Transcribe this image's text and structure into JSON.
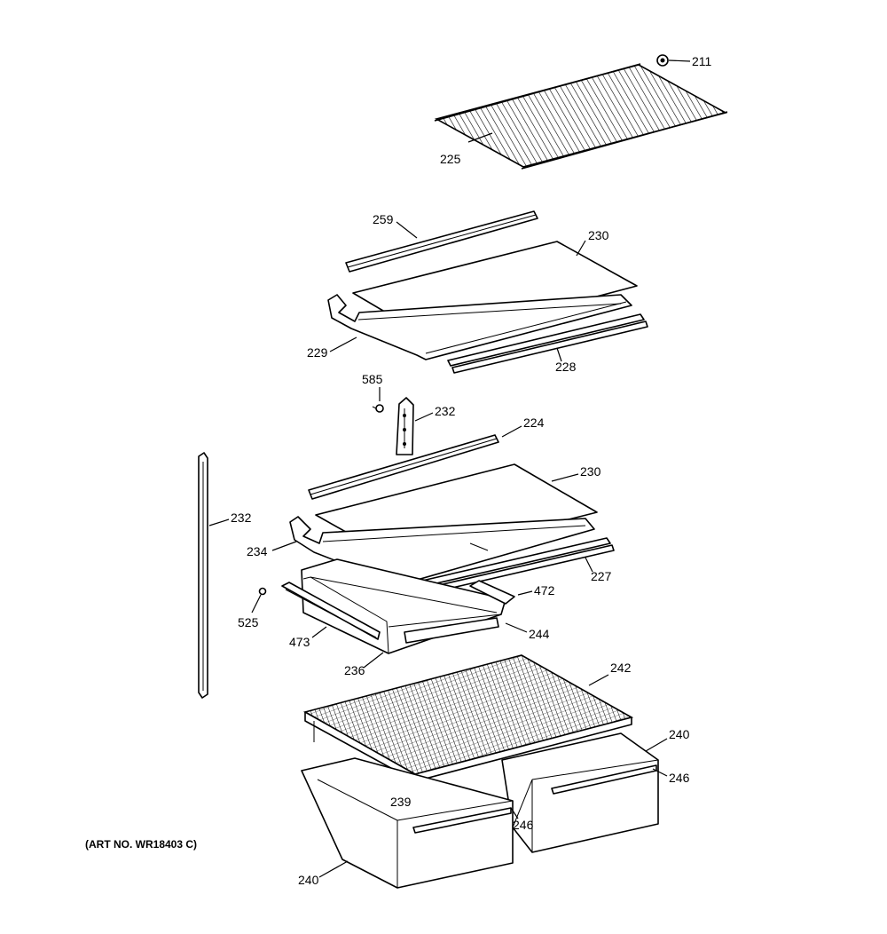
{
  "diagram": {
    "art_number": "(ART NO. WR18403 C)",
    "labels": {
      "p211": "211",
      "p225": "225",
      "p259": "259",
      "p230a": "230",
      "p229": "229",
      "p228": "228",
      "p585": "585",
      "p232a": "232",
      "p224": "224",
      "p230b": "230",
      "p232b": "232",
      "p234": "234",
      "p227": "227",
      "p472": "472",
      "p525": "525",
      "p473": "473",
      "p244": "244",
      "p236": "236",
      "p242": "242",
      "p240a": "240",
      "p246a": "246",
      "p239": "239",
      "p246b": "246",
      "p240b": "240"
    }
  }
}
